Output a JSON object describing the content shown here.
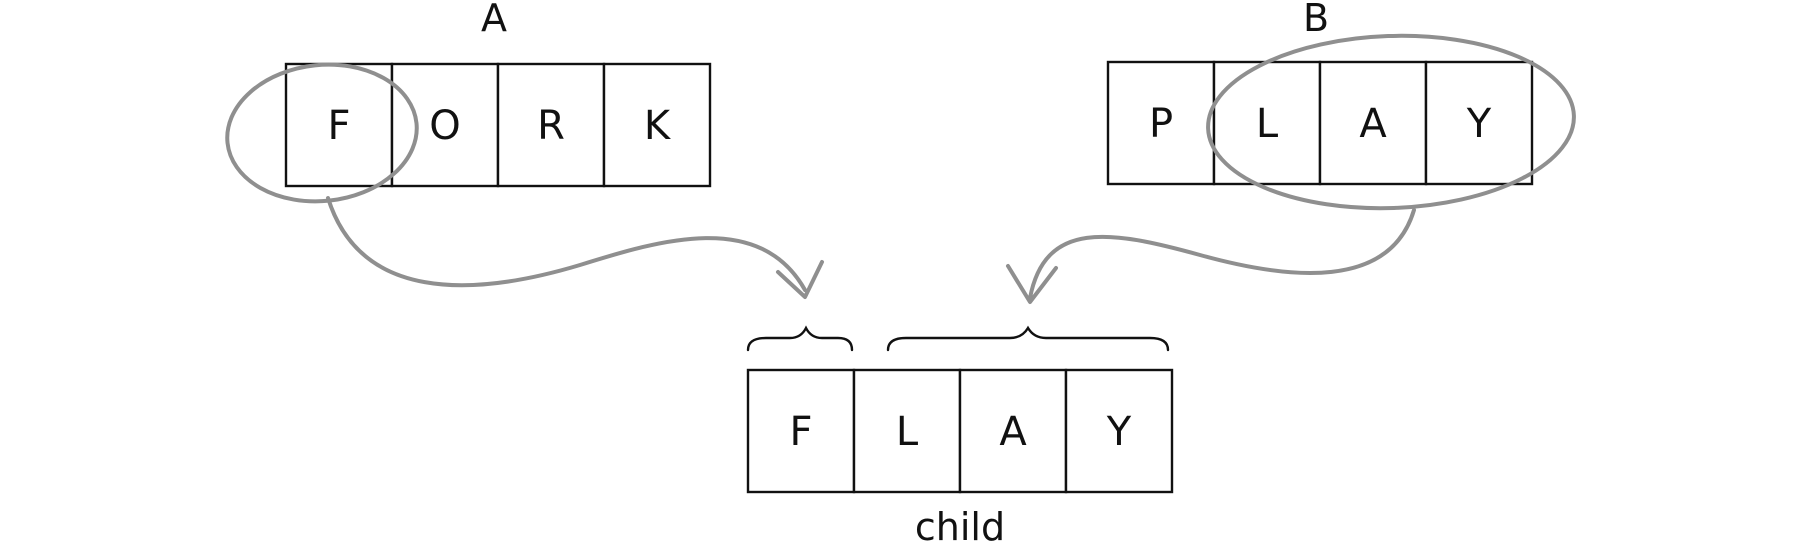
{
  "parent_a": {
    "label": "A",
    "letters": [
      "F",
      "O",
      "R",
      "K"
    ]
  },
  "parent_b": {
    "label": "B",
    "letters": [
      "P",
      "L",
      "A",
      "Y"
    ]
  },
  "child": {
    "label": "child",
    "letters": [
      "F",
      "L",
      "A",
      "Y"
    ]
  },
  "colors": {
    "highlight": "#8f8f8f",
    "ink": "#111111"
  }
}
